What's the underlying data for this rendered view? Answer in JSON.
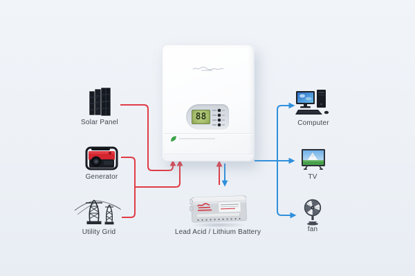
{
  "diagram": {
    "sources": [
      {
        "label": "Solar Panel",
        "icon": "solar-panel-icon"
      },
      {
        "label": "Generator",
        "icon": "generator-icon"
      },
      {
        "label": "Utility Grid",
        "icon": "utility-grid-icon"
      }
    ],
    "inverter": {
      "lcd_value": "88"
    },
    "battery": {
      "label": "Lead Acid / Lithium Battery",
      "icon": "battery-icon"
    },
    "loads": [
      {
        "label": "Computer",
        "icon": "computer-icon"
      },
      {
        "label": "TV",
        "icon": "tv-icon"
      },
      {
        "label": "fan",
        "icon": "fan-icon"
      }
    ],
    "colors": {
      "input_flow": "#e03b45",
      "output_flow": "#2e8fdc",
      "lcd_green": "#a8bf6e",
      "logo_green": "#3aa546",
      "background": "#edf1f6"
    }
  }
}
